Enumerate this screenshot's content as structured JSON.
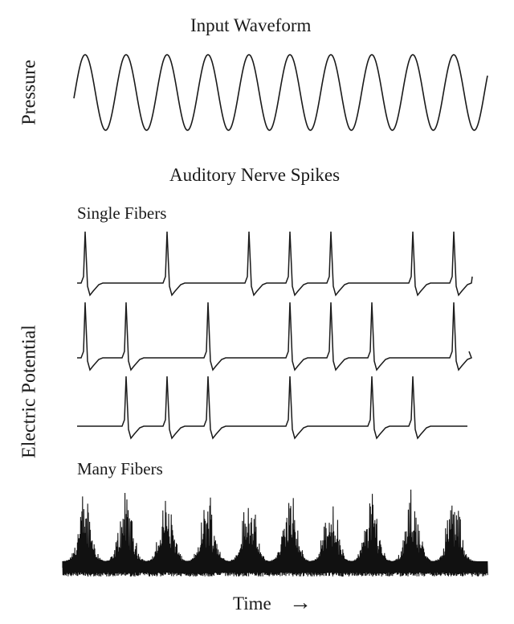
{
  "titles": {
    "input_waveform": "Input Waveform",
    "auditory_nerve_spikes": "Auditory Nerve Spikes",
    "single_fibers": "Single Fibers",
    "many_fibers": "Many Fibers"
  },
  "axes": {
    "pressure_label": "Pressure",
    "potential_label": "Electric Potential",
    "time_label": "Time",
    "time_arrow": "→"
  },
  "waveform": {
    "cycles": 10
  },
  "fibers": [
    {
      "spike_cycles": [
        0,
        2,
        4,
        5,
        6,
        8,
        9
      ]
    },
    {
      "spike_cycles": [
        0,
        1,
        3,
        5,
        6,
        7,
        9
      ]
    },
    {
      "spike_cycles": [
        1,
        2,
        3,
        5,
        7,
        8
      ]
    }
  ],
  "many_fibers": {
    "burst_cycles": [
      0,
      1,
      2,
      3,
      4,
      5,
      6,
      7,
      8,
      9
    ]
  },
  "colors": {
    "ink": "#1a1a1a",
    "background": "#ffffff"
  }
}
